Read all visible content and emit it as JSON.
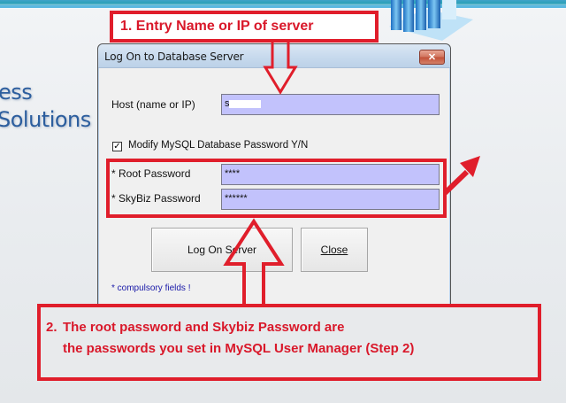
{
  "background": {
    "branding_line1": "ess",
    "branding_line2": "Solutions"
  },
  "dialog": {
    "title": "Log On to Database Server",
    "close_icon": "close-x-icon",
    "host": {
      "label": "Host (name or IP)",
      "value": "s"
    },
    "modify_checkbox": {
      "label": "Modify MySQL Database Password Y/N",
      "checked": true,
      "check_glyph": "✓"
    },
    "root_password": {
      "label": "* Root Password",
      "value": "****"
    },
    "skybiz_password": {
      "label": "* SkyBiz Password",
      "value": "******"
    },
    "buttons": {
      "log_on": "Log On Server",
      "close": "Close"
    },
    "note": "* compulsory fields !"
  },
  "annotations": {
    "step1": "1. Entry Name or IP of server",
    "step2_number": "2.",
    "step2_line1": "The root password and Skybiz Password are",
    "step2_line2": "the passwords you set in MySQL User Manager (Step 2)",
    "color": "#e01e2b"
  }
}
